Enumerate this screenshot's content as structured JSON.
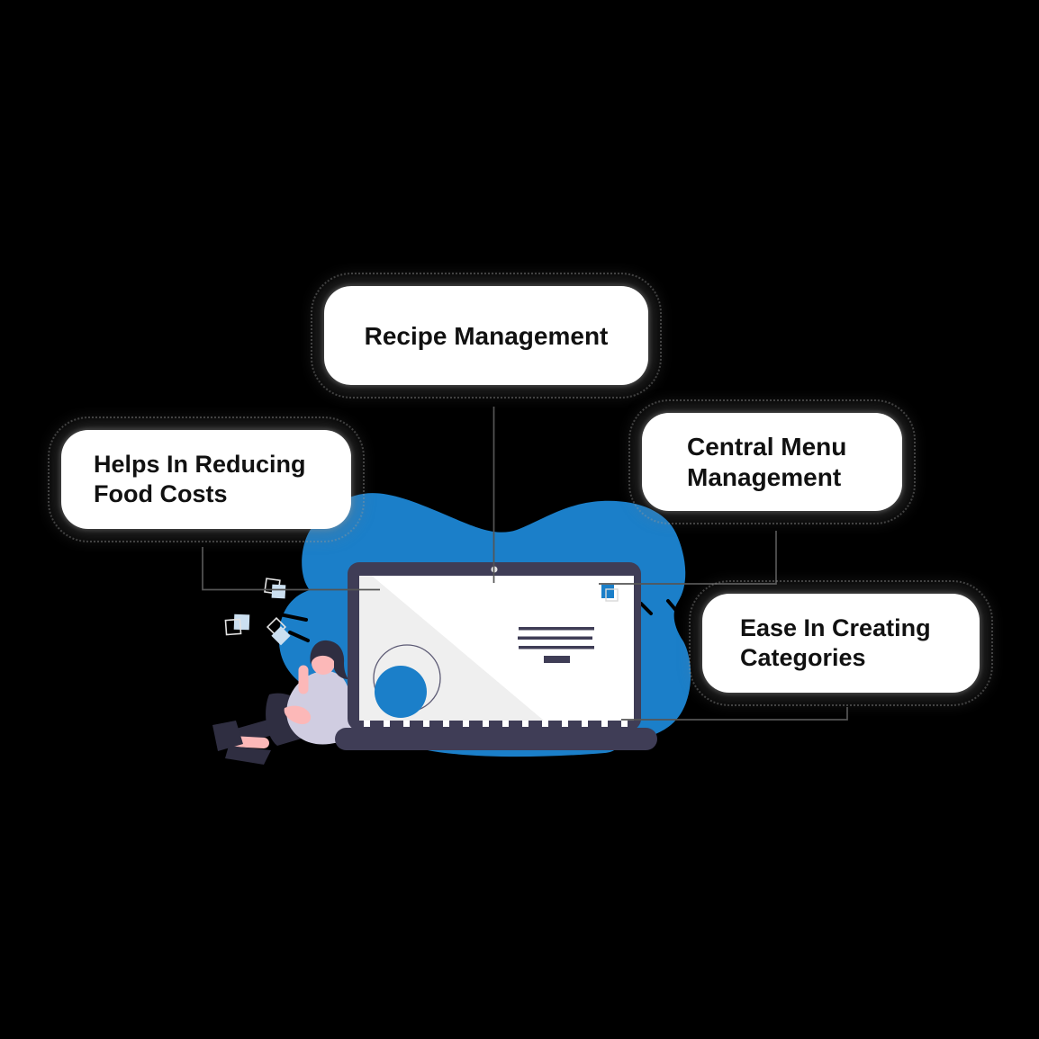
{
  "colors": {
    "page_bg": "#000000",
    "card_bg": "#ffffff",
    "text_dark": "#111111",
    "accent_blue": "#1b7fc9",
    "dark_slate": "#3f3d56",
    "hair_dark": "#2f2e41",
    "skin": "#fcb8b8",
    "shirt_gray": "#d0cde1",
    "screen_gray": "#efefef",
    "light_blue": "#cbdff0",
    "outline_gray": "#e3e3e3",
    "connector_gray": "#555555",
    "circle_outline": "#5c5a74",
    "webcam": "#e6e6e6"
  },
  "callouts": {
    "recipe": {
      "label": "Recipe Management"
    },
    "food_costs": {
      "line1": "Helps In Reducing",
      "line2": "Food Costs"
    },
    "central_menu": {
      "line1": "Central Menu",
      "line2": "Management"
    },
    "categories": {
      "line1": "Ease In Creating",
      "line2": "Categories"
    }
  }
}
